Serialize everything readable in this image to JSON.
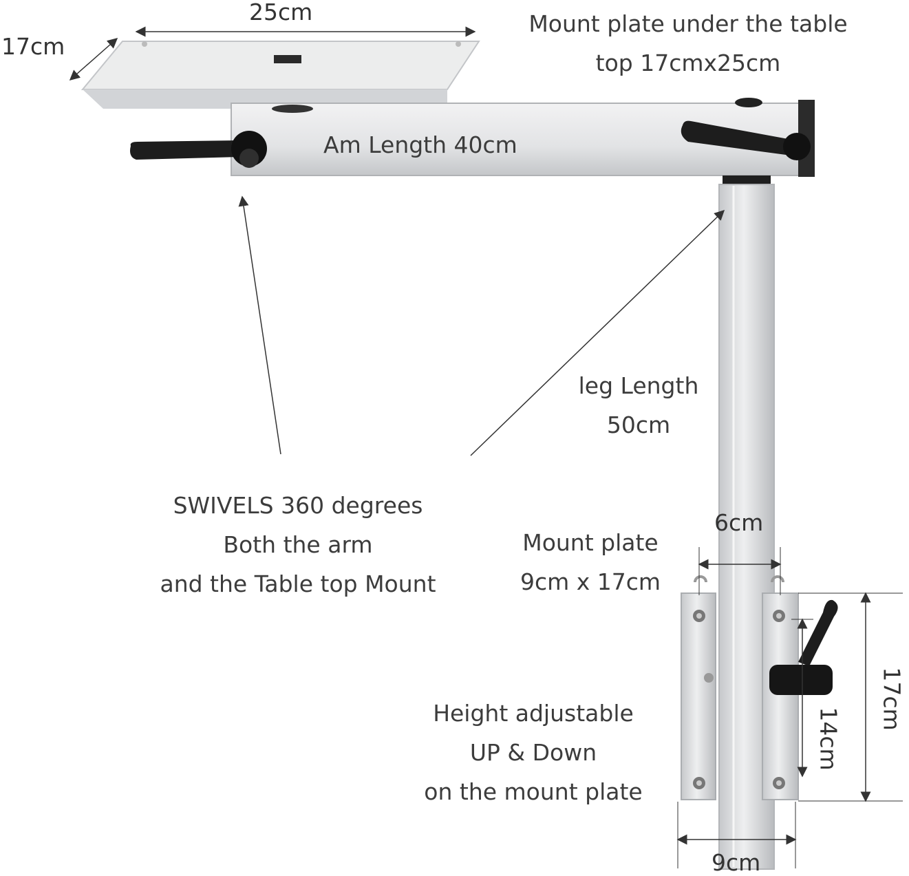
{
  "labels": {
    "top_plate_width": "25cm",
    "top_plate_depth": "17cm",
    "mount_plate_under_table": [
      "Mount plate under the table",
      "top 17cmx25cm"
    ],
    "arm_length": "Am Length 40cm",
    "leg_length": [
      "leg Length",
      "50cm"
    ],
    "swivels": [
      "SWIVELS 360 degrees",
      "Both the arm",
      "and the Table top Mount"
    ],
    "mount_plate": [
      "Mount plate",
      "9cm x 17cm"
    ],
    "tube_width": "6cm",
    "height_adjustable": [
      "Height adjustable",
      "UP & Down",
      "on the mount plate"
    ],
    "plate_width": "9cm",
    "plate_height": "17cm",
    "slot_length": "14cm"
  },
  "colors": {
    "background": "#ffffff",
    "aluminium": "#d9dadc",
    "aluminium_dark": "#a9abae",
    "handle": "#1d1d1d",
    "line": "#333333"
  }
}
